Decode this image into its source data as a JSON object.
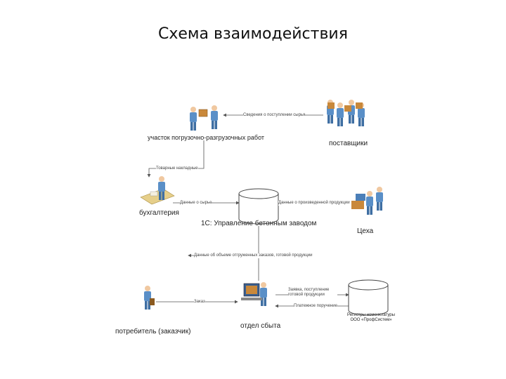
{
  "title": "Схема взаимодействия",
  "nodes": {
    "loading_site": "участок погрузочно-разгрузочных работ",
    "suppliers": "поставщики",
    "accounting": "бухгалтерия",
    "system": "1С: Управление бетонным заводом",
    "workshop": "Цеха",
    "consumer": "потребитель (заказчик)",
    "sales": "отдел сбыта",
    "registry": "Регистры номенклатуры ООО «ПрофСистем»"
  },
  "edges": {
    "raw_delivery": "Сведения о поступлении сырья",
    "invoices": "Товарные накладные",
    "raw_data": "Данные о сырье",
    "production_data": "Данные о произведенной продукции",
    "order_volume": "Данные об объеме отгруженных заказов, готовой продукции",
    "order": "Заказ",
    "product_list": "Заявка, поступление готовой продукции",
    "payment_notice": "Платежное поручение"
  },
  "colors": {
    "line": "#555555",
    "figure": "#5a8fc7",
    "box": "#c9883a",
    "cylinder": "#ffffff"
  }
}
